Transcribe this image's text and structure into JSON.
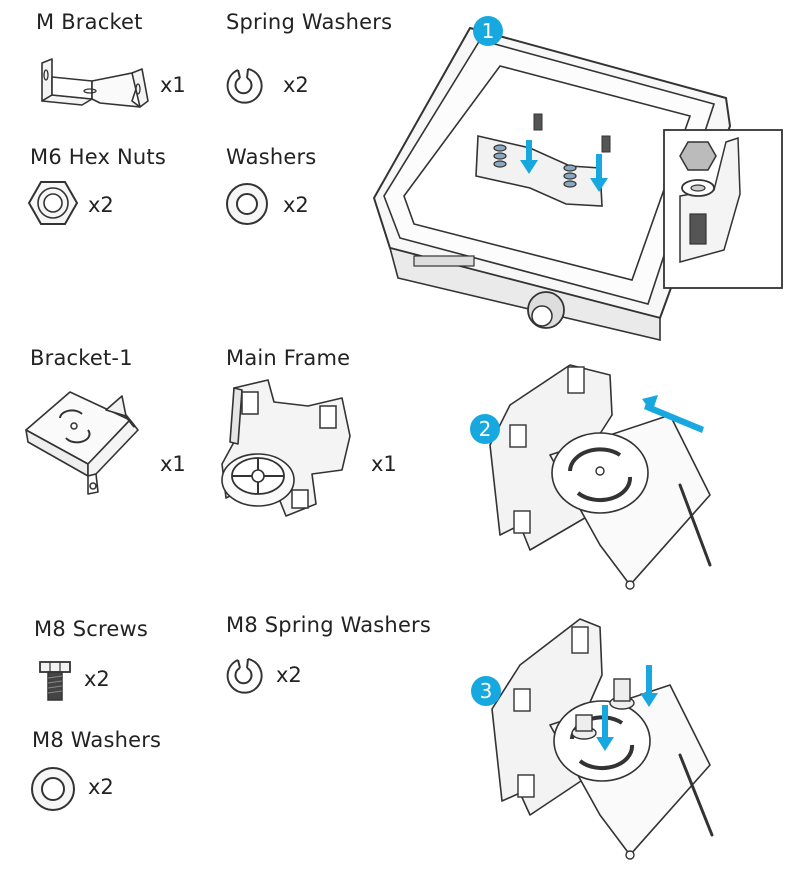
{
  "parts": {
    "m_bracket": {
      "label": "M Bracket",
      "qty": "x1"
    },
    "spring_washers": {
      "label": "Spring Washers",
      "qty": "x2"
    },
    "m6_hex_nuts": {
      "label": "M6 Hex Nuts",
      "qty": "x2"
    },
    "washers": {
      "label": "Washers",
      "qty": "x2"
    },
    "bracket_1": {
      "label": "Bracket-1",
      "qty": "x1"
    },
    "main_frame": {
      "label": "Main Frame",
      "qty": "x1"
    },
    "m8_screws": {
      "label": "M8 Screws",
      "qty": "x2"
    },
    "m8_spring_washers": {
      "label": "M8 Spring Washers",
      "qty": "x2"
    },
    "m8_washers": {
      "label": "M8 Washers",
      "qty": "x2"
    }
  },
  "steps": {
    "one": "1",
    "two": "2",
    "three": "3"
  },
  "colors": {
    "accent": "#18a8e0",
    "line": "#333333",
    "text": "#222222"
  },
  "icons": {
    "m_bracket": "m-bracket-icon",
    "spring_washer": "spring-washer-icon",
    "hex_nut": "hex-nut-icon",
    "washer": "washer-icon",
    "bracket_1": "bracket-1-icon",
    "main_frame": "main-frame-icon",
    "m8_screw": "m8-screw-icon"
  }
}
